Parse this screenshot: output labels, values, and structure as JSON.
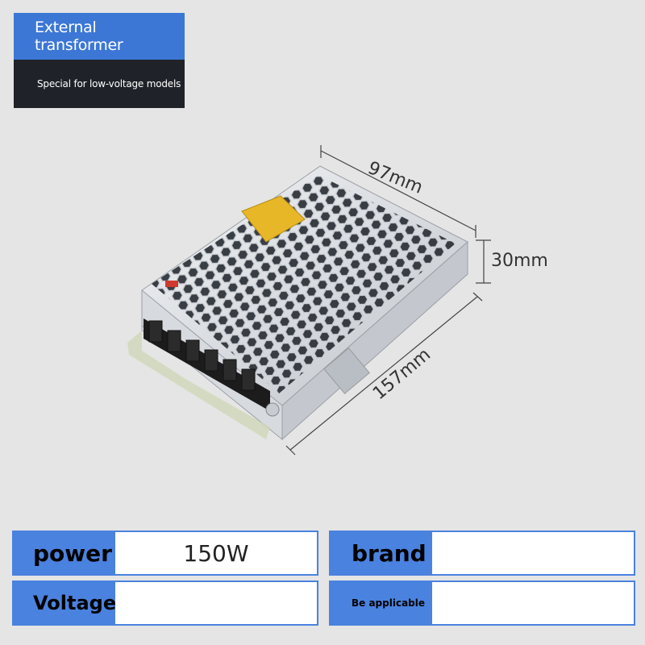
{
  "header": {
    "title": "External transformer",
    "subtitle": "Special for low-voltage models"
  },
  "dimensions": {
    "width": "97mm",
    "height": "30mm",
    "depth": "157mm"
  },
  "specs": {
    "power_label": "power",
    "power_value": "150W",
    "brand_label": "brand",
    "brand_value": "",
    "voltage_label": "Voltage",
    "voltage_value": "",
    "applicable_label": "Be applicable",
    "applicable_value": ""
  },
  "colors": {
    "accent_blue": "#4a82df",
    "header_blue": "#3c77d6",
    "header_dark": "#1f2329",
    "background": "#e5e5e5"
  }
}
